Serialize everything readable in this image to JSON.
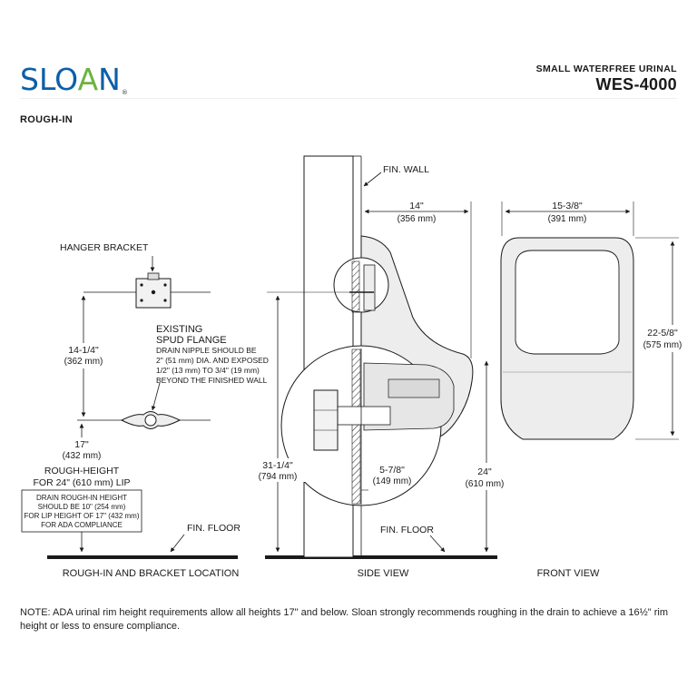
{
  "header": {
    "brand": "SLOAN",
    "product_type": "SMALL WATERFREE URINAL",
    "model": "WES-4000"
  },
  "section_title": "ROUGH-IN",
  "labels": {
    "hanger_bracket": "HANGER BRACKET",
    "existing": "EXISTING",
    "spud_flange": "SPUD FLANGE",
    "drain_note_1": "DRAIN NIPPLE SHOULD BE",
    "drain_note_2": "2\" (51 mm) DIA. AND EXPOSED",
    "drain_note_3": "1/2\" (13 mm) TO 3/4\" (19 mm)",
    "drain_note_4": "BEYOND THE FINISHED WALL",
    "dim_14_1_4": "14-1/4\"",
    "dim_362": "(362 mm)",
    "dim_17": "17\"",
    "dim_432": "(432 mm)",
    "rough_height_1": "ROUGH-HEIGHT",
    "rough_height_2": "FOR 24\" (610 mm) LIP",
    "ada_box_1": "DRAIN ROUGH-IN HEIGHT",
    "ada_box_2": "SHOULD BE 10\" (254 mm)",
    "ada_box_3": "FOR LIP HEIGHT OF 17\" (432 mm)",
    "ada_box_4": "FOR ADA COMPLIANCE",
    "fin_floor_left": "FIN. FLOOR",
    "fin_wall": "FIN. WALL",
    "dim_14": "14\"",
    "dim_356": "(356 mm)",
    "dim_31_1_4": "31-1/4\"",
    "dim_794": "(794 mm)",
    "dim_5_7_8": "5-7/8\"",
    "dim_149": "(149 mm)",
    "dim_24": "24\"",
    "dim_610": "(610 mm)",
    "fin_floor_mid": "FIN. FLOOR",
    "dim_15_3_8": "15-3/8\"",
    "dim_391": "(391 mm)",
    "dim_22_5_8": "22-5/8\"",
    "dim_575": "(575 mm)"
  },
  "captions": {
    "left": "ROUGH-IN AND BRACKET LOCATION",
    "middle": "SIDE VIEW",
    "right": "FRONT VIEW"
  },
  "note": "NOTE: ADA urinal rim height requirements allow all heights 17\" and below. Sloan strongly recommends roughing in the drain to achieve a 16½\" rim height or less to ensure compliance.",
  "colors": {
    "brand_blue": "#0d5ea8",
    "brand_green": "#6cb33f",
    "line": "#1a1a1a",
    "shade": "#e9e9e9"
  }
}
